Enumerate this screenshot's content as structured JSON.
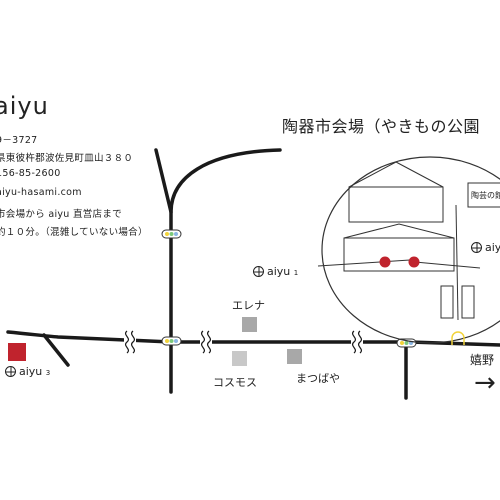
{
  "brand": {
    "name": "aiyu"
  },
  "contact": {
    "postal": "9－3727",
    "address": "県東彼杵郡波佐見町皿山３８０",
    "phone": "156-85-2600",
    "website": "aiyu-hasami.com",
    "access_line1": "市会場から aiyu 直営店まで",
    "access_line2": "約１０分。（混雑していない場合）"
  },
  "venue_title": "陶器市会場（やきもの公園",
  "venue_building": "陶芸の館",
  "places": {
    "aiyu_main": {
      "name": "aiyu",
      "num": "1"
    },
    "aiyu_shop3": {
      "name": "aiyu",
      "num": "3"
    },
    "aiyu_venue": {
      "name": "aiyu"
    },
    "elena": "エレナ",
    "cosmos": "コスモス",
    "matsubaya": "まつばや",
    "ureshino": "嬉野"
  },
  "arrow_glyph": "→",
  "colors": {
    "road": "#1a1a1a",
    "shop_red": "#c0232d",
    "store_gray": "#a8a8a8",
    "signal_yellow": "#f2d33a",
    "signal_green": "#7cc97c",
    "signal_blue": "#8bb7e4"
  },
  "icons": [
    "aiyu-logo-icon",
    "traffic-signal-icon",
    "arrow-right-icon"
  ]
}
